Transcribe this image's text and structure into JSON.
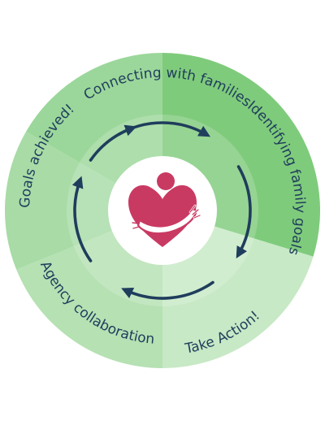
{
  "cycle": {
    "steps": [
      {
        "label": "Connecting with families",
        "color": "#9bd79a"
      },
      {
        "label": "Identifying family goals",
        "color": "#7fcb7c"
      },
      {
        "label": "Take Action!",
        "color": "#c7e9c5"
      },
      {
        "label": "Agency collaboration",
        "color": "#b5e1b3"
      },
      {
        "label": "Goals achieved!",
        "color": "#a8dba6"
      }
    ],
    "inner_ring_tint": "#ffffff",
    "arrow_color": "#1f3d5c"
  },
  "logo": {
    "icon": "heart-hug-icon",
    "heart_color": "#c93a63",
    "center_color": "#ffffff"
  }
}
